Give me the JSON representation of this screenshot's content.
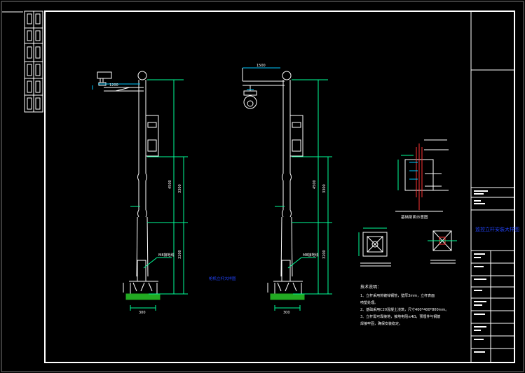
{
  "colors": {
    "background": "#000000",
    "frame": "#ffffff",
    "leader": "#00c8ff",
    "dimension": "#00ff99",
    "title": "#2244ff",
    "ground": "#22aa22",
    "rebar": "#ff3333",
    "annotation": "#ffffff"
  },
  "drawing": {
    "pole1": {
      "dim_height_top": "4500",
      "dim_height_mid": "3300",
      "dim_height_low": "3200",
      "dim_base": "300",
      "dim_arm": "1200",
      "label_note": "M8接地线",
      "title": "枪机立杆大样图"
    },
    "pole2": {
      "dim_height_top": "4500",
      "dim_height_mid": "3300",
      "dim_height_low": "3200",
      "dim_base": "300",
      "dim_arm": "1500",
      "label_note": "M8接地线"
    },
    "section": {
      "caption": "基础剖面示意图"
    },
    "notes": {
      "heading": "技术说明：",
      "lines": [
        "1、立杆采用热镀锌钢管，壁厚3mm，立杆表面",
        "喷塑处理。",
        "2、基础采用C20混凝土浇筑，尺寸400*400*800mm。",
        "3、立杆需可靠接地，接地电阻≤4Ω，预埋件与钢筋",
        "焊接牢固，确保安装稳定。"
      ]
    },
    "title_block": {
      "drawing_name": "监控立杆安装大样图"
    }
  }
}
